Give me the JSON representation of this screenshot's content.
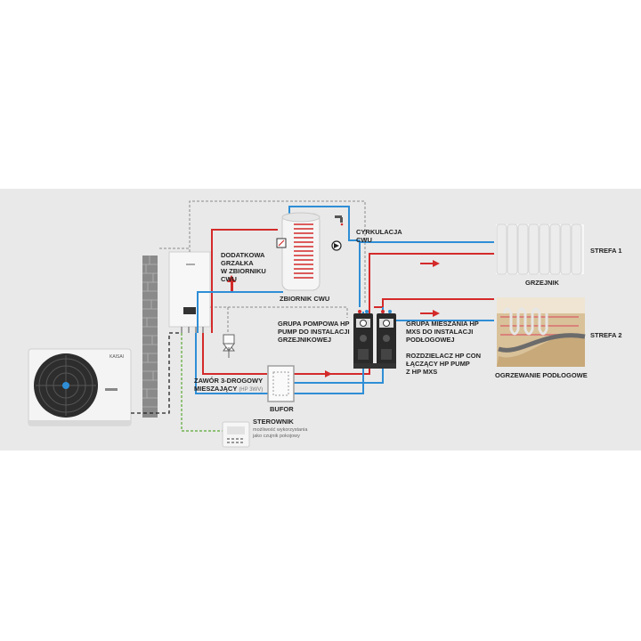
{
  "labels": {
    "dodatkowa_grzalka": [
      "DODATKOWA",
      "GRZAŁKA",
      "W ZBIORNIKU",
      "CWU"
    ],
    "zbiornik_cwu": "ZBIORNIK CWU",
    "cyrkulacja": [
      "CYRKULACJA",
      "CWU"
    ],
    "grupa_pompowa": [
      "GRUPA POMPOWA HP",
      "PUMP DO INSTALACJI",
      "GRZEJNIKOWEJ"
    ],
    "grupa_mieszania": [
      "GRUPA MIESZANIA HP",
      "MXS DO INSTALACJI",
      "PODŁOGOWEJ"
    ],
    "rozdzielacz": [
      "ROZDZIELACZ HP CON",
      "ŁĄCZĄCY HP PUMP",
      "Z HP MXS"
    ],
    "zawor_line1": "ZAWÓR 3-DROGOWY",
    "zawor_line2": "MIESZAJĄCY",
    "zawor_small": "(HP 3WV)",
    "bufor": "BUFOR",
    "sterownik": "STEROWNIK",
    "sterownik_note": [
      "możliwość wykorzystania",
      "jako czujnik pokojowy"
    ],
    "grzejnik": "GRZEJNIK",
    "strefa1": "STREFA 1",
    "strefa2": "STREFA 2",
    "ogrzewanie": "OGRZEWANIE PODŁOGOWE",
    "brand": "KAISAI"
  },
  "colors": {
    "background_band": "#e9e9e9",
    "supply_red": "#d42a2a",
    "return_blue": "#2f8ed6",
    "control_dashed": "#8c8c8c",
    "green_signal": "#5aa832",
    "wall": "#8a8a8a"
  }
}
